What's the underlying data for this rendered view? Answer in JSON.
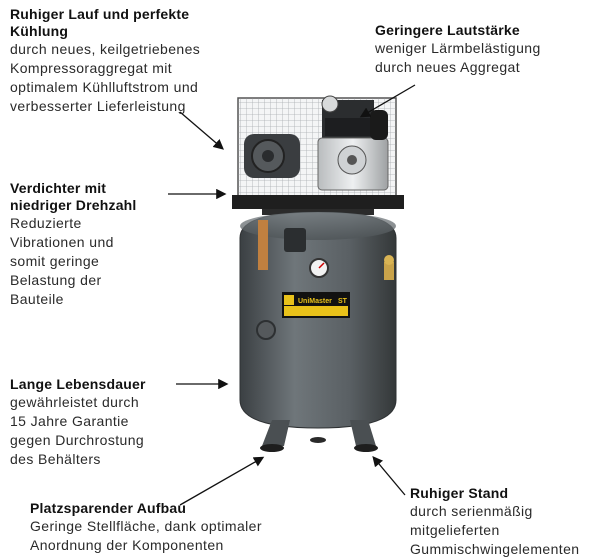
{
  "annotations": {
    "cooling": {
      "title": "Ruhiger Lauf und perfekte Kühlung",
      "lines": [
        "durch neues, keilgetriebenes",
        "Kompressoraggregat mit",
        "optimalem Kühlluftstrom und",
        "verbesserter Lieferleistung"
      ]
    },
    "noise": {
      "title": "Geringere Lautstärke",
      "lines": [
        "weniger Lärmbelästigung",
        "durch neues Aggregat"
      ]
    },
    "compressor": {
      "title_lines": [
        "Verdichter mit",
        "niedriger Drehzahl"
      ],
      "lines": [
        "Reduzierte",
        "Vibrationen und",
        "somit geringe",
        "Belastung der",
        "Bauteile"
      ]
    },
    "lifetime": {
      "title": "Lange Lebensdauer",
      "lines": [
        "gewährleistet durch",
        "15 Jahre Garantie",
        "gegen Durchrostung",
        "des Behälters"
      ]
    },
    "space": {
      "title": "Platzsparender Aufbau",
      "lines": [
        "Geringe Stellfläche, dank optimaler",
        "Anordnung der Komponenten"
      ]
    },
    "stand": {
      "title": "Ruhiger Stand",
      "lines": [
        "durch serienmäßig",
        "mitgelieferten",
        "Gummischwingelementen"
      ]
    }
  },
  "product": {
    "brand_label": "UniMaster",
    "brand_suffix": "ST"
  },
  "colors": {
    "tank": "#5c6266",
    "tank_dark": "#3f4447",
    "base": "#1f1f1f",
    "label_yellow": "#e9c21a",
    "arrow": "#111111"
  },
  "icons": [
    "pressure-gauge-icon",
    "safety-valve-icon"
  ]
}
